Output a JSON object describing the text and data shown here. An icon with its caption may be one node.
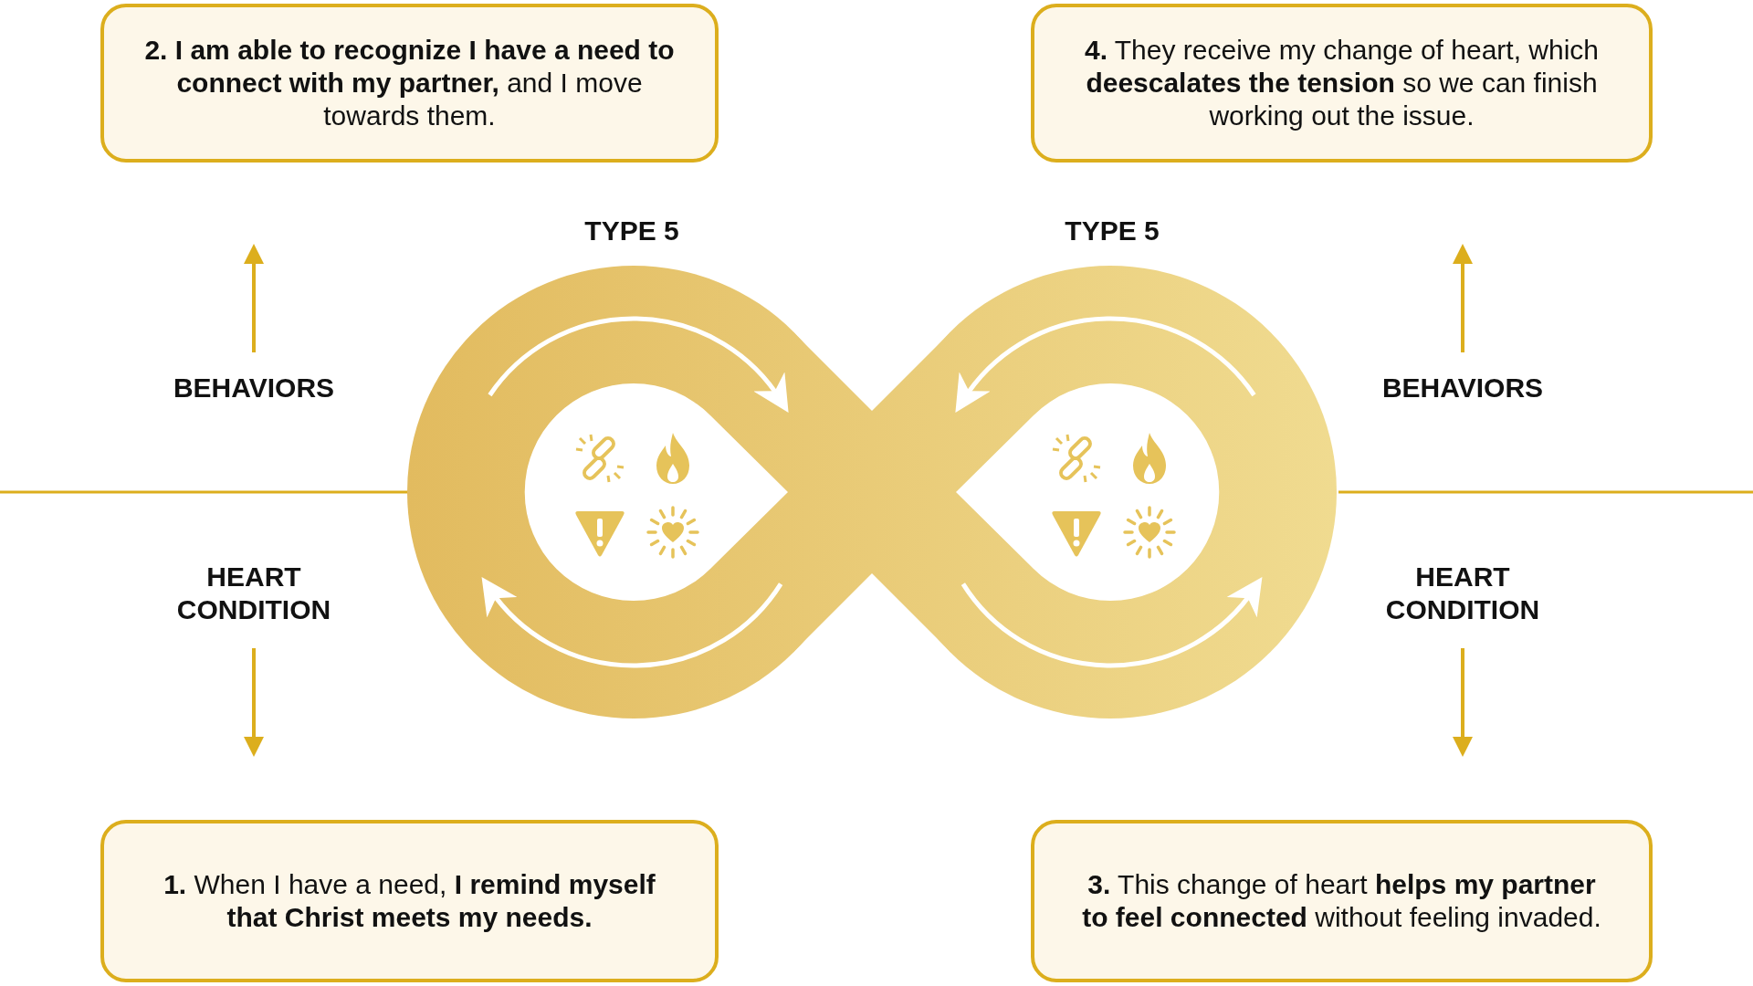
{
  "diagram": {
    "nodes": [
      {
        "text": [
          "**2. I am able to recognize I have a need to connect with my partner,** and I move towards them."
        ]
      },
      {
        "text": [
          "**4.** They receive my change of heart, which **deescalates the tension** so we can finish working out the issue."
        ]
      },
      {
        "text": [
          "**1.** When I have a need, **I remind myself that Christ meets my needs.**"
        ]
      },
      {
        "text": [
          "**3.** This change of heart **helps my partner to feel connected** without feeling invaded."
        ]
      }
    ],
    "edges": [],
    "labels": [
      "TYPE 5",
      "TYPE 5",
      "BEHAVIORS",
      "BEHAVIORS",
      "HEART CONDITION",
      "HEART CONDITION"
    ]
  }
}
